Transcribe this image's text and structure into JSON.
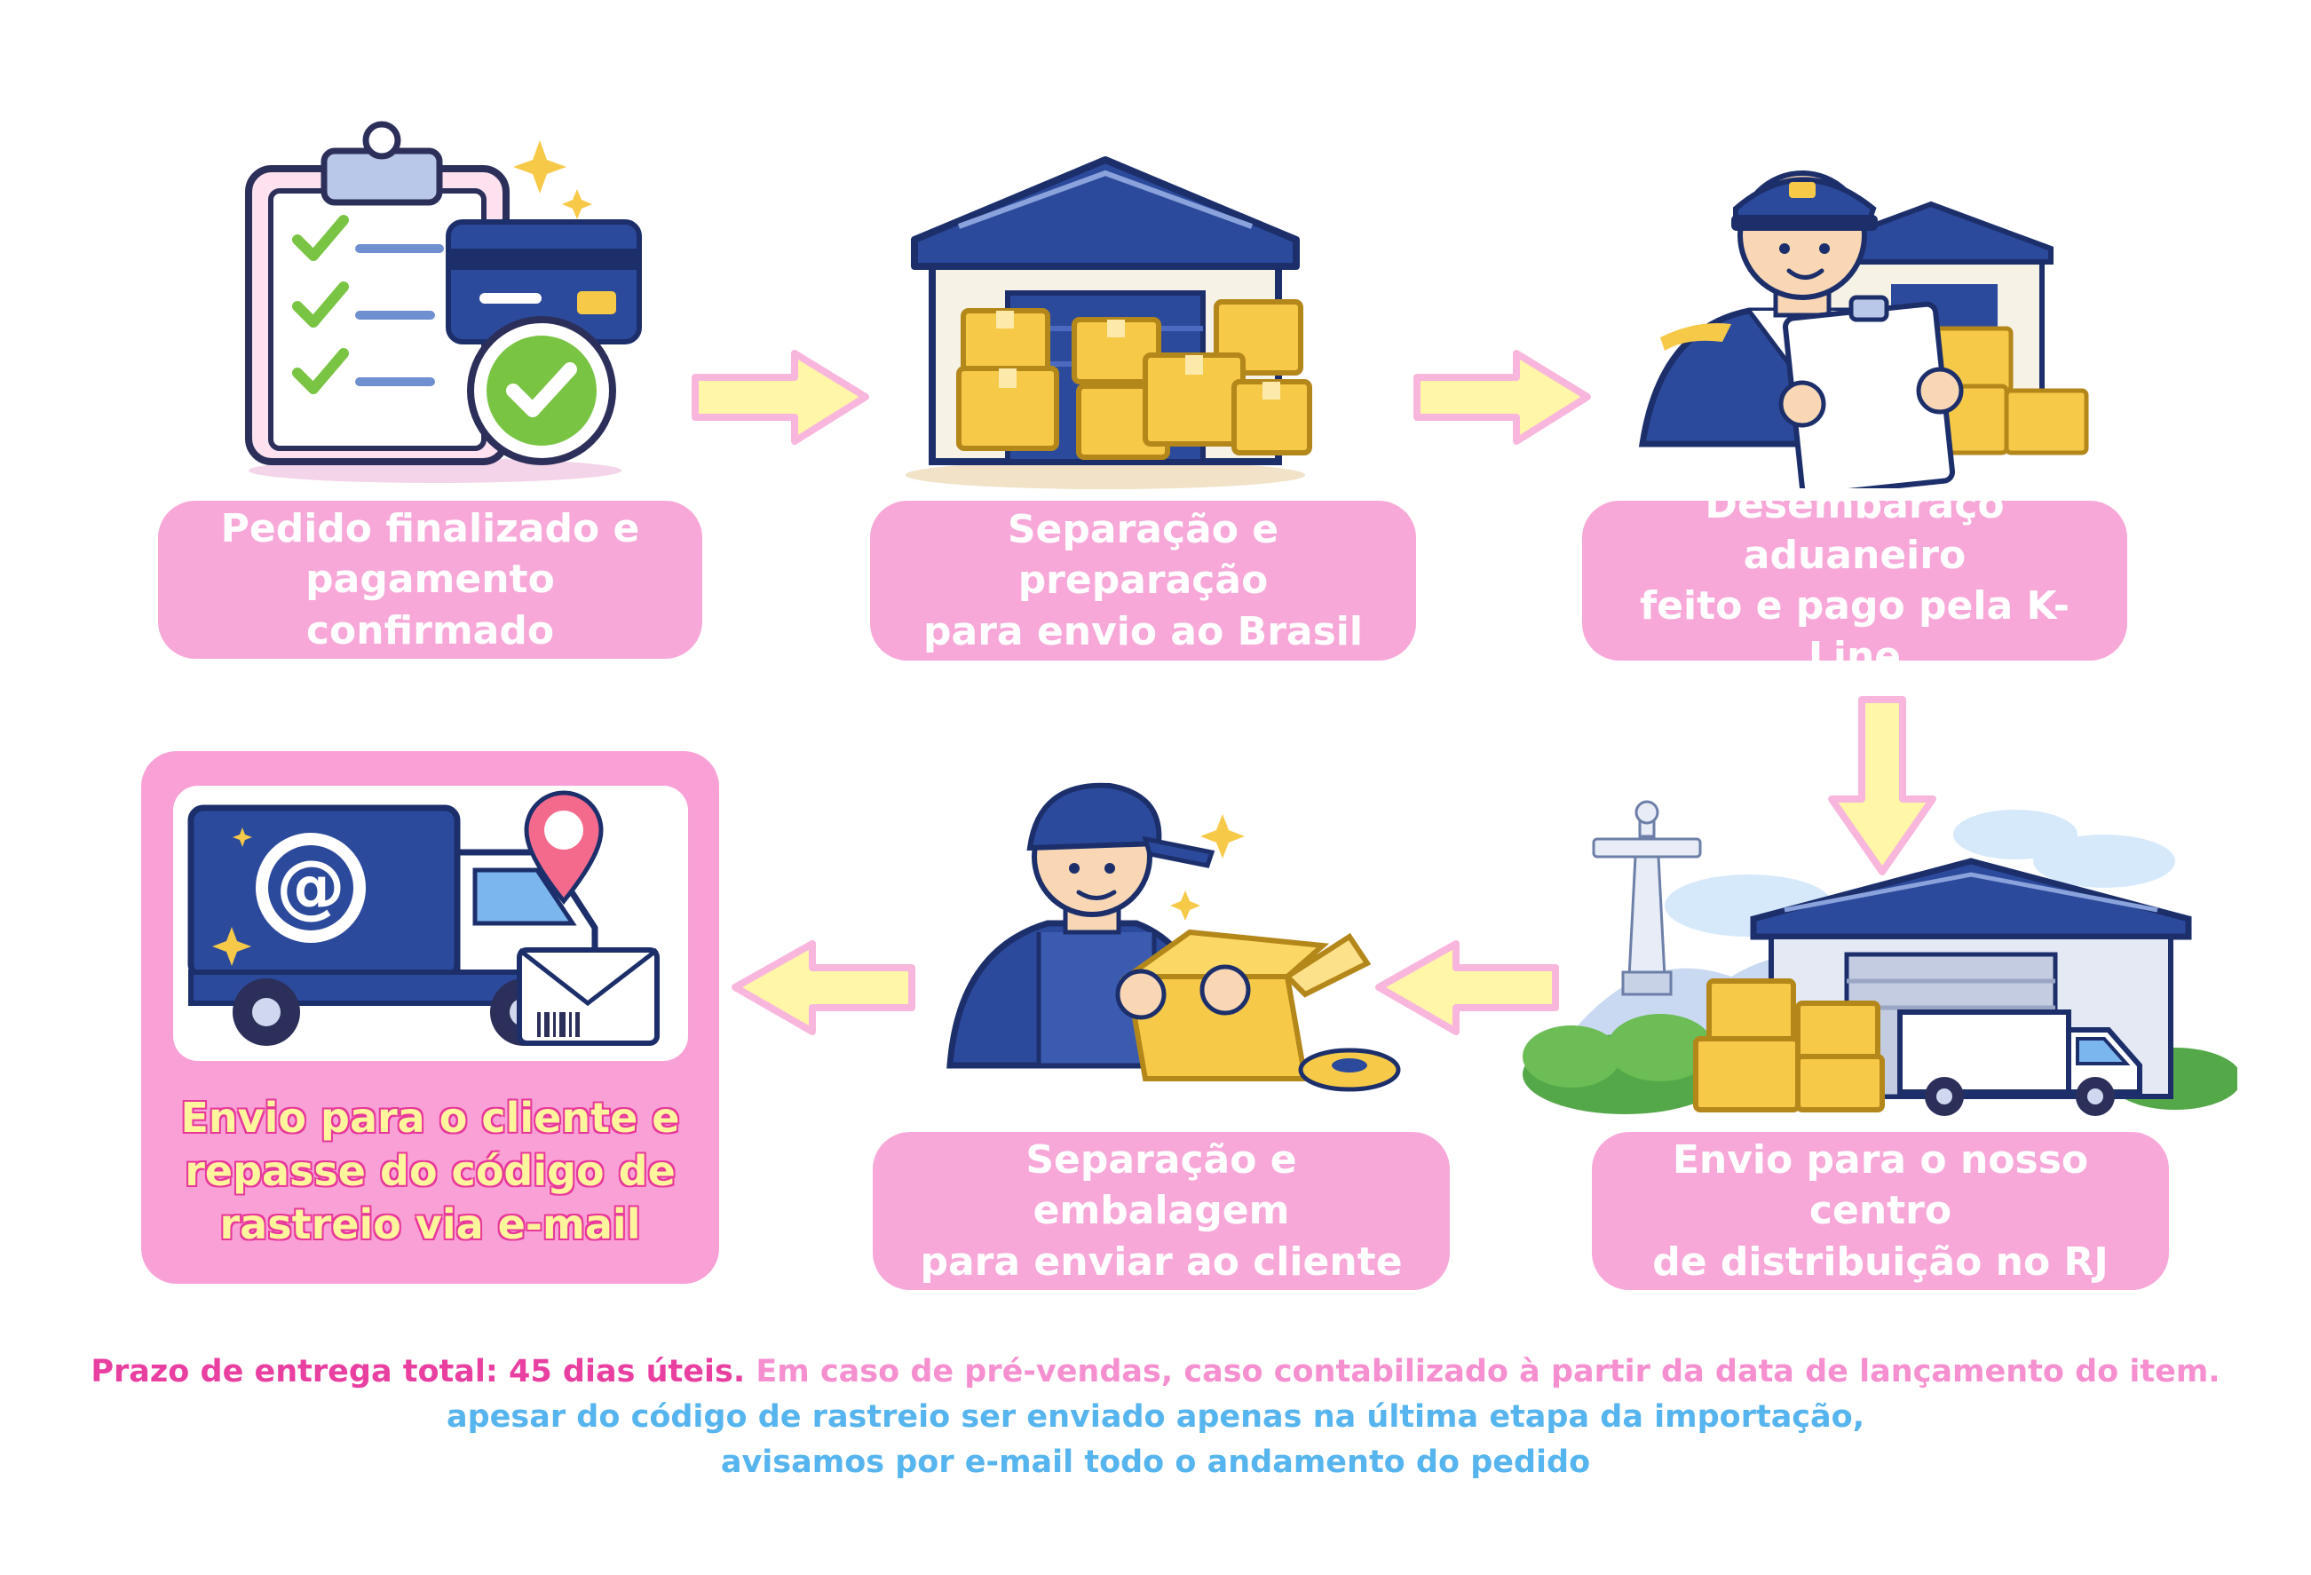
{
  "steps": [
    {
      "id": "order",
      "label_lines": [
        "Pedido finalizado e",
        "pagamento confirmado"
      ],
      "icon": "clipboard-checklist-card-icon"
    },
    {
      "id": "prep",
      "label_lines": [
        "Separação e preparação",
        "para envio ao Brasil"
      ],
      "icon": "warehouse-boxes-icon"
    },
    {
      "id": "customs",
      "label_lines": [
        "Desembaraço aduaneiro",
        "feito e pago pela K-Line"
      ],
      "icon": "customs-officer-icon"
    },
    {
      "id": "rj",
      "label_lines": [
        "Envio para o nosso centro",
        "de distribuição no RJ"
      ],
      "icon": "rio-distribution-center-icon"
    },
    {
      "id": "packing",
      "label_lines": [
        "Separação e embalagem",
        "para enviar ao cliente"
      ],
      "icon": "packing-worker-icon"
    },
    {
      "id": "delivery",
      "label_lines": [
        "Envio para o cliente e",
        "repasse do código de",
        "rastreio via e-mail"
      ],
      "icon": "delivery-truck-email-icon"
    }
  ],
  "footer": {
    "deadline": "Prazo de entrega total: 45 dias úteis.",
    "preorder_note": "Em caso de pré-vendas, caso contabilizado à partir da data de lançamento do item.",
    "tracking_line_1": "apesar do código de rastreio ser enviado apenas na última etapa da importação,",
    "tracking_line_2": "avisamos por e-mail todo o andamento do pedido"
  },
  "colors": {
    "label_pink": "#f7a8d8",
    "final_card_pink": "#f9a1d7",
    "arrow_yellow": "#fff6a8",
    "arrow_outline_pink": "#f9b6dd",
    "navy": "#2c4a9c",
    "box_yellow": "#f7c948",
    "check_green": "#79c443",
    "deadline_text": "#e83fa0",
    "tracking_text": "#56b4ee"
  }
}
